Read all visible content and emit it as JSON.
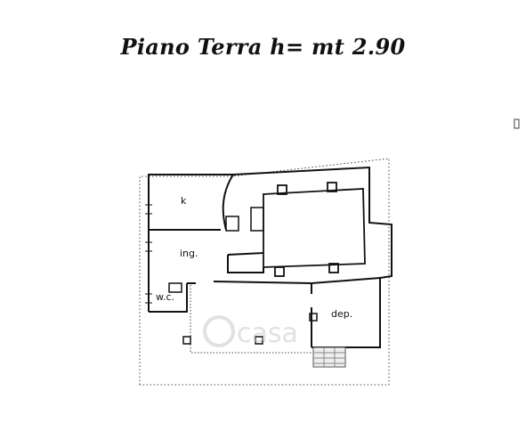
{
  "title": "Piano Terra h= mt 2.90",
  "rooms": {
    "kitchen": "k",
    "entrance": "ing.",
    "wc": "w.c.",
    "storage": "dep."
  },
  "watermark": "casa",
  "colors": {
    "ink": "#111111",
    "hatch": "#888888",
    "watermark": "#c9c9c9"
  }
}
